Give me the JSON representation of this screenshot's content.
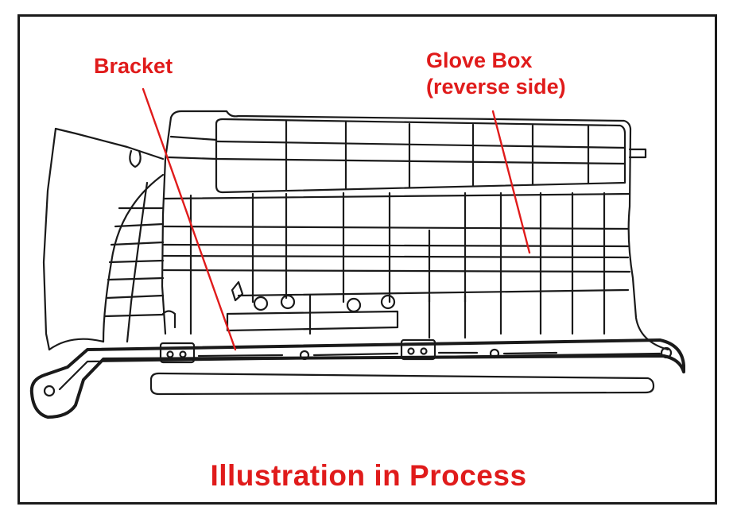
{
  "labels": {
    "bracket": "Bracket",
    "glove_box_line1": "Glove Box",
    "glove_box_line2": "(reverse side)"
  },
  "caption": "Illustration in Process",
  "colors": {
    "label_red": "#e01b1b",
    "line_black": "#1a1a1a"
  }
}
